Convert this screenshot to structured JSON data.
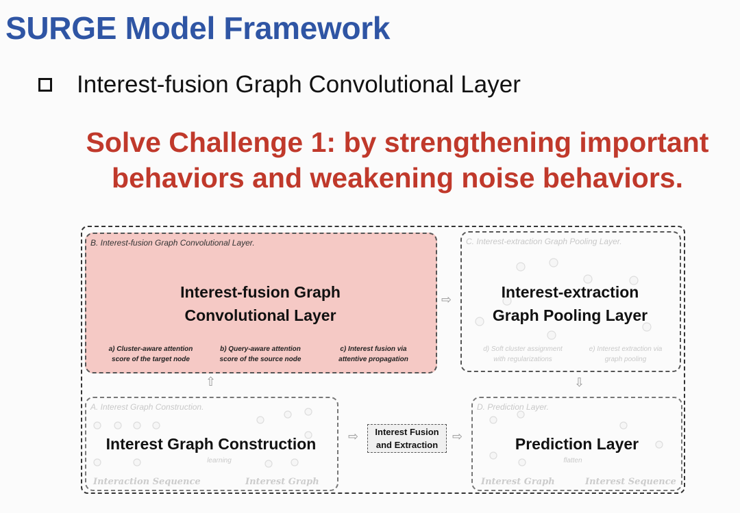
{
  "title": "SURGE Model Framework",
  "bullet": "Interest-fusion Graph Convolutional Layer",
  "challenge": {
    "line1": "Solve Challenge 1: by strengthening important",
    "line2": "behaviors and weakening noise behaviors."
  },
  "diagram": {
    "panel_b": {
      "label": "B. Interest-fusion Graph Convolutional Layer.",
      "title_line1": "Interest-fusion Graph",
      "title_line2": "Convolutional Layer",
      "subs": [
        {
          "line1": "a) Cluster-aware attention",
          "line2": "score of the target node"
        },
        {
          "line1": "b) Query-aware attention",
          "line2": "score of the source node"
        },
        {
          "line1": "c) Interest fusion via",
          "line2": "attentive propagation"
        }
      ]
    },
    "panel_c": {
      "label": "C. Interest-extraction Graph Pooling Layer.",
      "title_line1": "Interest-extraction",
      "title_line2": "Graph Pooling Layer",
      "subs": [
        {
          "line1": "d) Soft cluster assignment",
          "line2": "with regularizations"
        },
        {
          "line1": "e) Interest extraction via",
          "line2": "graph pooling"
        }
      ]
    },
    "panel_a": {
      "label": "A. Interest Graph Construction.",
      "title": "Interest Graph Construction",
      "note": "learning",
      "captions": [
        "Interaction Sequence",
        "Interest Graph"
      ]
    },
    "panel_d": {
      "label": "D. Prediction Layer.",
      "title": "Prediction Layer",
      "note": "flatten",
      "captions": [
        "Interest Graph",
        "Interest Sequence"
      ]
    },
    "fusion_box": {
      "line1": "Interest Fusion",
      "line2": "and Extraction"
    }
  },
  "colors": {
    "title": "#2f55a4",
    "challenge": "#c0392b",
    "panel_b_fill": "#f5c9c5"
  }
}
